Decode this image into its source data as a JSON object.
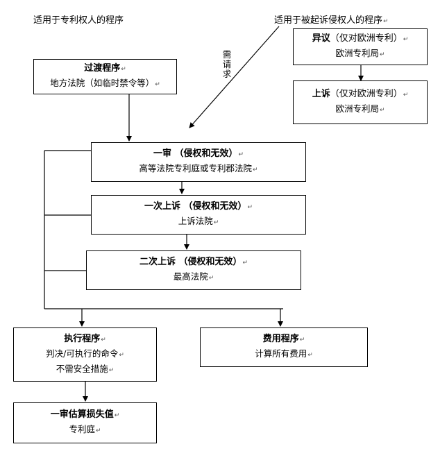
{
  "header": {
    "left_label": "适用于专利权人的程序",
    "right_label": "适用于被起诉侵权人的程序"
  },
  "side_note": [
    "需",
    "请",
    "求"
  ],
  "para_mark": "↵",
  "boxes": {
    "transition": {
      "title": "过渡程序",
      "sub": "地方法院（如临时禁令等）"
    },
    "opposition": {
      "title": "异议",
      "title_rest": "（仅对欧洲专利）",
      "sub": "欧洲专利局"
    },
    "appeal_epo": {
      "title": "上诉",
      "title_rest": "（仅对欧洲专利）",
      "sub": "欧洲专利局"
    },
    "first_instance": {
      "title": "一审 （侵权和无效）",
      "sub": "高等法院专利庭或专利郡法院"
    },
    "first_appeal": {
      "title": "一次上诉 （侵权和无效）",
      "sub": "上诉法院"
    },
    "second_appeal": {
      "title": "二次上诉 （侵权和无效）",
      "sub": "最高法院"
    },
    "enforcement": {
      "title": "执行程序",
      "sub": "判决/可执行的命令",
      "sub2": "不需安全措施"
    },
    "costs": {
      "title": "费用程序",
      "sub": "计算所有费用"
    },
    "damages": {
      "title": "一审估算损失值",
      "sub": "专利庭"
    }
  }
}
